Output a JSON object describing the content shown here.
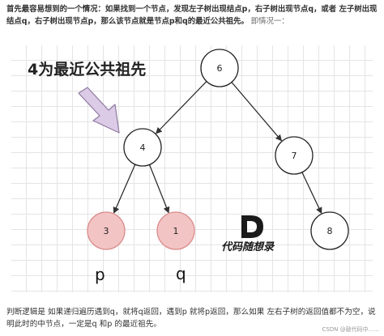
{
  "intro": {
    "bold_text": "首先最容易想到的一个情况：如果找到一个节点，发现左子树出现结点p，右子树出现节点q，或者 左子树出现结点q，右子树出现节点p，那么该节点就是节点p和q的最近公共祖先。",
    "plain_text": "即情况一："
  },
  "diagram": {
    "annotation": "4为最近公共祖先",
    "nodes": [
      {
        "id": "n6",
        "label": "6",
        "highlight": false
      },
      {
        "id": "n4",
        "label": "4",
        "highlight": false
      },
      {
        "id": "n7",
        "label": "7",
        "highlight": false
      },
      {
        "id": "n3",
        "label": "3",
        "highlight": true
      },
      {
        "id": "n1",
        "label": "1",
        "highlight": true
      },
      {
        "id": "n8",
        "label": "8",
        "highlight": false
      }
    ],
    "edges": [
      {
        "from": "n6",
        "to": "n4"
      },
      {
        "from": "n6",
        "to": "n7"
      },
      {
        "from": "n4",
        "to": "n3"
      },
      {
        "from": "n4",
        "to": "n1"
      },
      {
        "from": "n7",
        "to": "n8"
      }
    ],
    "node_labels": {
      "p": "p",
      "q": "q"
    },
    "logo": {
      "letter": "D",
      "text": "代码随想录"
    },
    "colors": {
      "node_fill": "#ffffff",
      "highlight_fill": "#f3c4c4",
      "highlight_stroke": "#d98c8c",
      "arrow_fill": "#dccbe6",
      "arrow_stroke": "#8f7aa3"
    }
  },
  "footer": {
    "text": "判断逻辑是 如果递归遍历遇到q，就将q返回，遇到p 就将p返回，那么如果 左右子树的返回值都不为空，说明此时的中节点，一定是q 和p 的最近祖先。"
  },
  "watermark": "CSDN @敲代码中......"
}
